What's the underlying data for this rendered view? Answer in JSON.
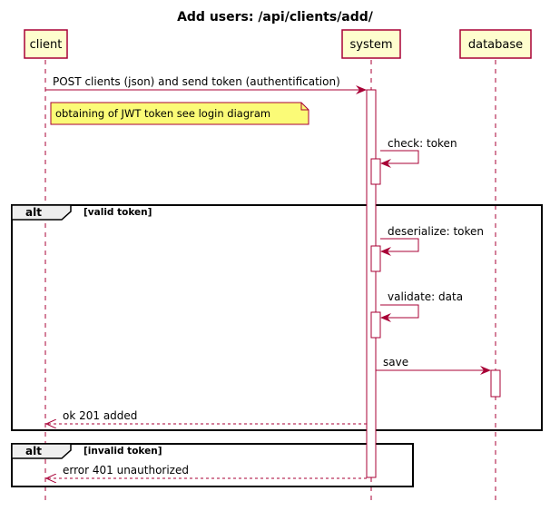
{
  "title": "Add users: /api/clients/add/",
  "participants": {
    "client": "client",
    "system": "system",
    "database": "database"
  },
  "messages": {
    "post": "POST clients (json) and send token (authentification)",
    "check": "check: token",
    "deserialize": "deserialize: token",
    "validate": "validate: data",
    "save": "save",
    "ok": "ok 201 added",
    "error": "error 401 unauthorized"
  },
  "note": "obtaining of JWT token see login diagram",
  "fragments": {
    "alt1": {
      "tag": "alt",
      "condition": "[valid token]"
    },
    "alt2": {
      "tag": "alt",
      "condition": "[invalid token]"
    }
  },
  "colors": {
    "participant_fill": "#FEFECE",
    "participant_border": "#A80036",
    "arrow": "#A80036",
    "note_fill": "#FBFB77"
  }
}
